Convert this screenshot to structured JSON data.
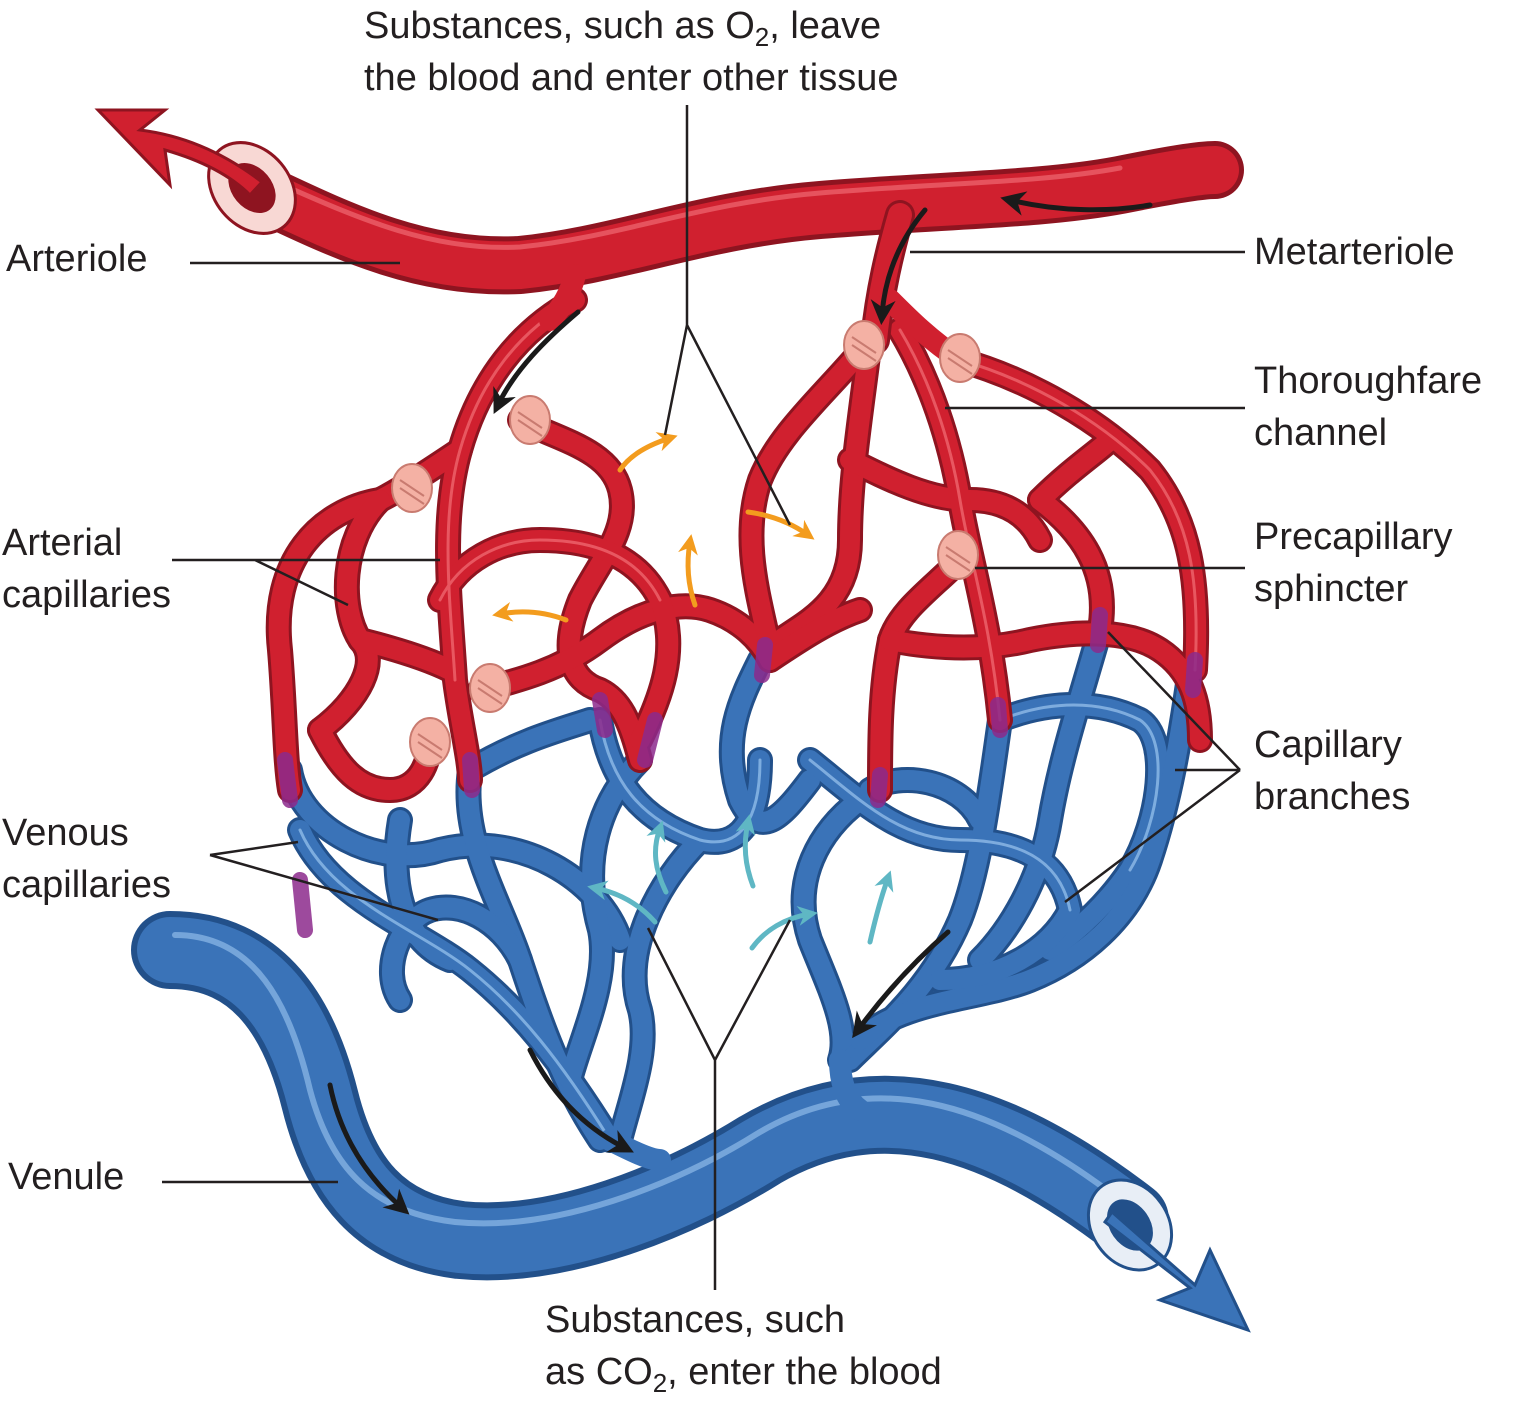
{
  "colors": {
    "artery": "#d0202f",
    "artery_dark": "#8e1420",
    "artery_highlight": "#f06a72",
    "vein": "#3a73b8",
    "vein_dark": "#22508a",
    "vein_highlight": "#8fbbe8",
    "transition": "#8c2a8c",
    "sphincter": "#f4b1a4",
    "exit_arrow_orange": "#f39c1e",
    "entry_arrow_teal": "#5fb7c4",
    "flow_arrow": "#1a1a1a",
    "leader": "#231f20"
  },
  "icons": {
    "arteriole_exit": "red-arrow-icon",
    "venule_exit": "blue-arrow-icon",
    "flow": "black-flow-arrow-icon",
    "o2_exit": "orange-arrow-icon",
    "co2_entry": "teal-arrow-icon"
  },
  "labels": {
    "top_caption": {
      "line1_pre": "Substances, such as O",
      "line1_sub": "2",
      "line1_post": ", leave",
      "line2": "the blood and enter other tissue"
    },
    "bottom_caption": {
      "line1": "Substances, such",
      "line2_pre": "as CO",
      "line2_sub": "2",
      "line2_post": ", enter the blood"
    },
    "arteriole": "Arteriole",
    "metarteriole": "Metarteriole",
    "thoroughfare": {
      "line1": "Thoroughfare",
      "line2": "channel"
    },
    "arterial_capillaries": {
      "line1": "Arterial",
      "line2": "capillaries"
    },
    "precapillary_sphincter": {
      "line1": "Precapillary",
      "line2": "sphincter"
    },
    "capillary_branches": {
      "line1": "Capillary",
      "line2": "branches"
    },
    "venous_capillaries": {
      "line1": "Venous",
      "line2": "capillaries"
    },
    "venule": "Venule"
  }
}
